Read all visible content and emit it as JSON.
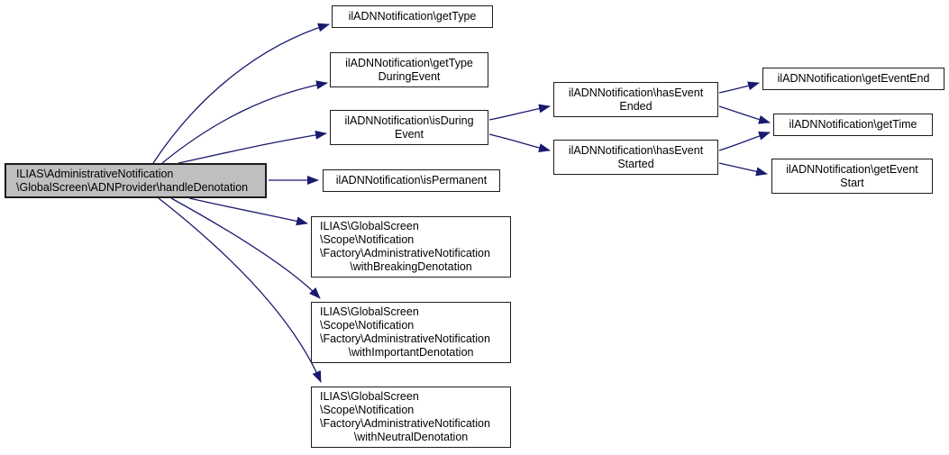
{
  "diagram": {
    "kind": "call-graph",
    "colors": {
      "edge": "#191970",
      "node_border": "#1c1c1c",
      "node_fill": "#ffffff",
      "highlight_fill": "#bfbfbf",
      "text": "#000000",
      "background": "#ffffff"
    },
    "nodes": {
      "handleDenotation": {
        "lines": [
          "ILIAS\\AdministrativeNotification",
          "\\GlobalScreen\\ADNProvider\\handleDenotation"
        ],
        "highlighted": true
      },
      "getType": {
        "lines": [
          "ilADNNotification\\getType"
        ]
      },
      "getTypeDuringEvent": {
        "lines": [
          "ilADNNotification\\getType",
          "DuringEvent"
        ]
      },
      "isDuringEvent": {
        "lines": [
          "ilADNNotification\\isDuring",
          "Event"
        ]
      },
      "isPermanent": {
        "lines": [
          "ilADNNotification\\isPermanent"
        ]
      },
      "withBreakingDenotation": {
        "lines": [
          "ILIAS\\GlobalScreen",
          "\\Scope\\Notification",
          "\\Factory\\AdministrativeNotification",
          "\\withBreakingDenotation"
        ]
      },
      "withImportantDenotation": {
        "lines": [
          "ILIAS\\GlobalScreen",
          "\\Scope\\Notification",
          "\\Factory\\AdministrativeNotification",
          "\\withImportantDenotation"
        ]
      },
      "withNeutralDenotation": {
        "lines": [
          "ILIAS\\GlobalScreen",
          "\\Scope\\Notification",
          "\\Factory\\AdministrativeNotification",
          "\\withNeutralDenotation"
        ]
      },
      "hasEventEnded": {
        "lines": [
          "ilADNNotification\\hasEvent",
          "Ended"
        ]
      },
      "hasEventStarted": {
        "lines": [
          "ilADNNotification\\hasEvent",
          "Started"
        ]
      },
      "getEventEnd": {
        "lines": [
          "ilADNNotification\\getEventEnd"
        ]
      },
      "getTime": {
        "lines": [
          "ilADNNotification\\getTime"
        ]
      },
      "getEventStart": {
        "lines": [
          "ilADNNotification\\getEvent",
          "Start"
        ]
      }
    },
    "edges": [
      {
        "from": "handleDenotation",
        "to": "getType"
      },
      {
        "from": "handleDenotation",
        "to": "getTypeDuringEvent"
      },
      {
        "from": "handleDenotation",
        "to": "isDuringEvent"
      },
      {
        "from": "handleDenotation",
        "to": "isPermanent"
      },
      {
        "from": "handleDenotation",
        "to": "withBreakingDenotation"
      },
      {
        "from": "handleDenotation",
        "to": "withImportantDenotation"
      },
      {
        "from": "handleDenotation",
        "to": "withNeutralDenotation"
      },
      {
        "from": "isDuringEvent",
        "to": "hasEventEnded"
      },
      {
        "from": "isDuringEvent",
        "to": "hasEventStarted"
      },
      {
        "from": "hasEventEnded",
        "to": "getEventEnd"
      },
      {
        "from": "hasEventEnded",
        "to": "getTime"
      },
      {
        "from": "hasEventStarted",
        "to": "getTime"
      },
      {
        "from": "hasEventStarted",
        "to": "getEventStart"
      }
    ]
  }
}
